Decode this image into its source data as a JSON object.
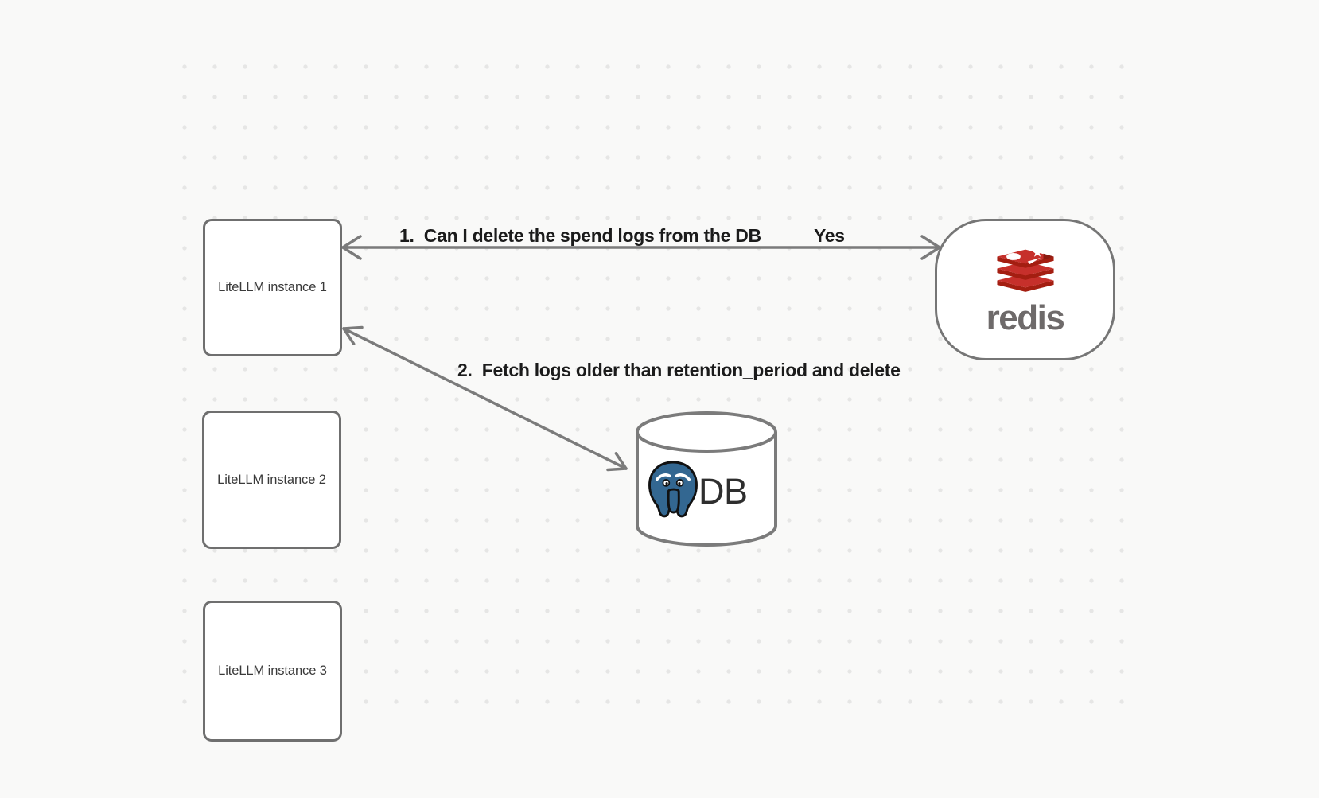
{
  "diagram": {
    "background_color": "#f9f9f8",
    "dot_color": "#e6e6e5",
    "stroke_color": "#767676",
    "label_text_color": "#1b1b1b"
  },
  "nodes": {
    "litellm_instances": [
      {
        "label": "LiteLLM instance 1"
      },
      {
        "label": "LiteLLM instance 2"
      },
      {
        "label": "LiteLLM instance 3"
      }
    ],
    "redis": {
      "wordmark": "redis",
      "icon": "redis-logo"
    },
    "database": {
      "label": "DB",
      "icon": "postgresql-elephant-logo"
    }
  },
  "edges": {
    "redis_question": {
      "label": "1.  Can I delete the spend logs from the DB",
      "answer": "Yes"
    },
    "db_fetch": {
      "label": "2.  Fetch logs older than retention_period and delete"
    }
  },
  "colors": {
    "redis_red": "#c6302b",
    "redis_dark_red": "#a41e11",
    "postgres_blue": "#336791",
    "node_border": "#6f6f6f",
    "arrow": "#7b7b7b"
  }
}
